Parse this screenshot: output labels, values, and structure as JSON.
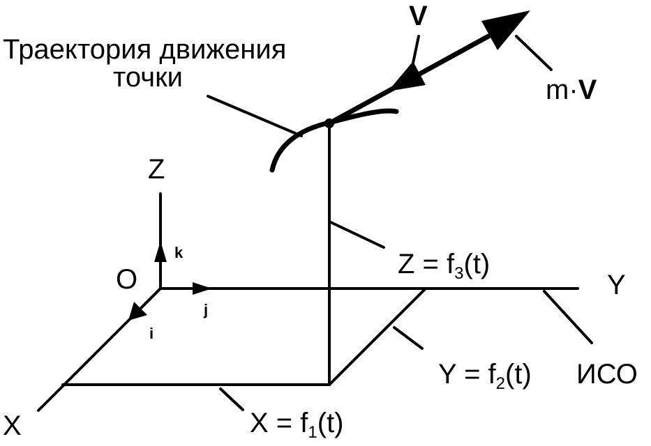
{
  "labels": {
    "trajectory_line1": "Траектория движения",
    "trajectory_line2": "точки",
    "velocity": "V",
    "momentum_prefix": "m·",
    "momentum_vector": "V",
    "axis_z": "Z",
    "axis_y": "Y",
    "axis_x": "X",
    "origin": "O",
    "unit_k": "k",
    "unit_j": "j",
    "unit_i": "i",
    "z_eq_prefix": "Z = f",
    "z_eq_sub": "3",
    "z_eq_suffix": "(t)",
    "y_eq_prefix": "Y = f",
    "y_eq_sub": "2",
    "y_eq_suffix": "(t)",
    "x_eq_prefix": "X = f",
    "x_eq_sub": "1",
    "x_eq_suffix": "(t)",
    "frame": "ИСО"
  }
}
